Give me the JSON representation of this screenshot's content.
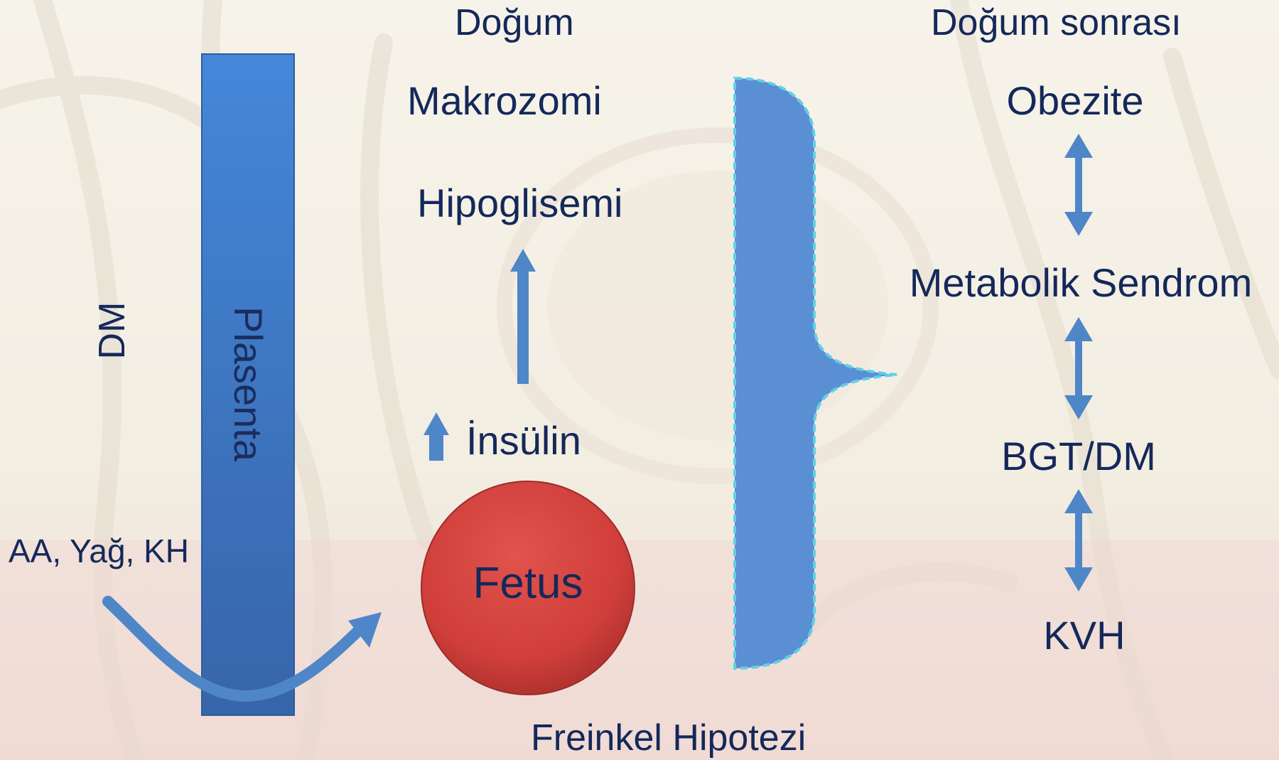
{
  "header": {
    "birth": "Doğum",
    "postnatal": "Doğum sonrası"
  },
  "left": {
    "dm": "DM",
    "placenta": "Plasenta",
    "nutrients": "AA, Yağ, KH"
  },
  "middle": {
    "macrosomia": "Makrozomi",
    "hypoglycemia": "Hipoglisemi",
    "insulin": "İnsülin",
    "fetus": "Fetus",
    "footer": "Freinkel Hipotezi"
  },
  "right": {
    "items": [
      "Obezite",
      "Metabolik Sendrom",
      "BGT/DM",
      "KVH"
    ]
  },
  "colors": {
    "text": "#14285a",
    "bar_blue": "#3f7fcf",
    "arrow_blue": "#4f86c8",
    "fetus_red": "#d0403c",
    "brace_blue": "#5a8fd4",
    "brace_outline": "#5fd0e8"
  }
}
